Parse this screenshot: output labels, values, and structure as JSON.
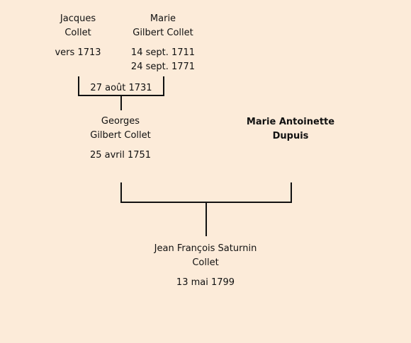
{
  "persons": {
    "jacques": {
      "first": "Jacques",
      "last": "Collet",
      "birth": "vers 1713"
    },
    "marie": {
      "first": "Marie",
      "last": "Gilbert Collet",
      "birth": "14 sept. 1711",
      "death": "24 sept. 1771"
    },
    "georges": {
      "first": "Georges",
      "last": "Gilbert Collet",
      "birth": "25 avril 1751"
    },
    "marie_antoinette": {
      "first": "Marie Antoinette",
      "last": "Dupuis"
    },
    "jean_francois": {
      "first": "Jean François Saturnin",
      "last": "Collet",
      "birth": "13 mai 1799"
    }
  },
  "marriages": {
    "jacques_marie": "27 août 1731"
  }
}
